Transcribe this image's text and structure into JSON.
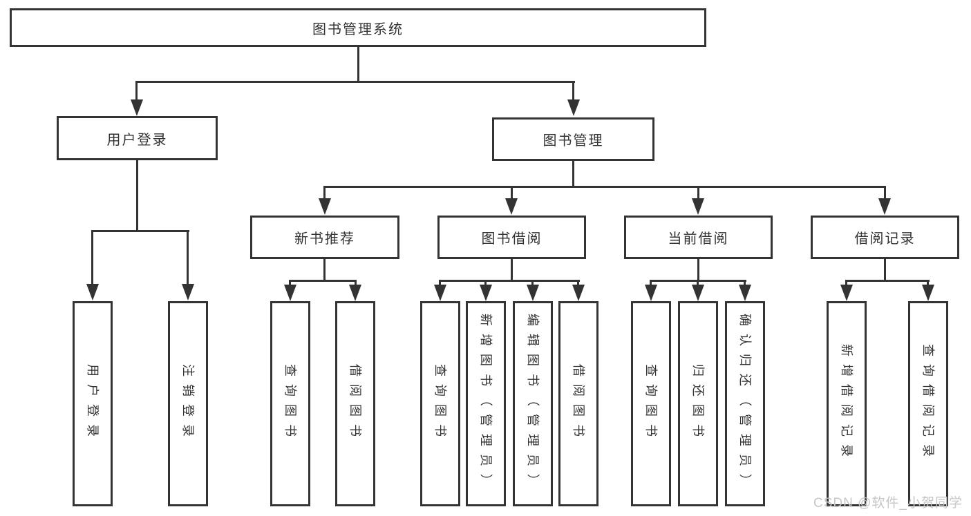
{
  "diagram_title": "图书管理系统",
  "colors": {
    "line": "#333333",
    "text": "#333333",
    "background": "#ffffff",
    "watermark": "#c6c6c6"
  },
  "watermark": {
    "text": "CSDN @软件_小贺同学"
  },
  "tree": {
    "label": "图书管理系统",
    "children": [
      {
        "label": "用户登录",
        "children": [
          {
            "label": "用户登录"
          },
          {
            "label": "注销登录"
          }
        ]
      },
      {
        "label": "图书管理",
        "children": [
          {
            "label": "新书推荐",
            "children": [
              {
                "label": "查询图书"
              },
              {
                "label": "借阅图书"
              }
            ]
          },
          {
            "label": "图书借阅",
            "children": [
              {
                "label": "查询图书"
              },
              {
                "label": "新增图书（管理员）"
              },
              {
                "label": "编辑图书（管理员）"
              },
              {
                "label": "借阅图书"
              }
            ]
          },
          {
            "label": "当前借阅",
            "children": [
              {
                "label": "查询图书"
              },
              {
                "label": "归还图书"
              },
              {
                "label": "确认归还（管理员）"
              }
            ]
          },
          {
            "label": "借阅记录",
            "children": [
              {
                "label": "新增借阅记录"
              },
              {
                "label": "查询借阅记录"
              }
            ]
          }
        ]
      }
    ]
  }
}
